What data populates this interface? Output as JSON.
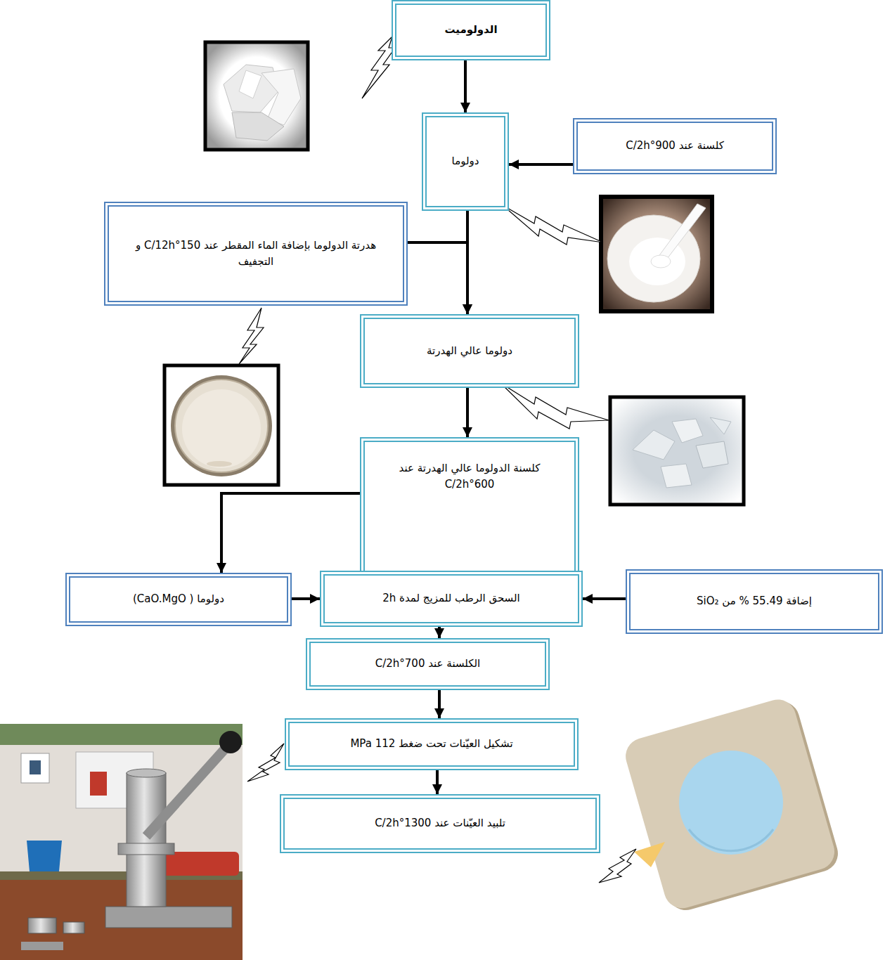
{
  "diagram": {
    "nodes": [
      {
        "text": [
          "الدولوميت"
        ]
      },
      {
        "text": [
          "دولوما"
        ]
      },
      {
        "text": [
          "كلسنة عند 900°C/2h"
        ]
      },
      {
        "text": [
          "هدرتة الدولوما بإضافة الماء المقطر عند 150°C/12h و التجفيف"
        ]
      },
      {
        "text": [
          "دولوما عالي الهدرتة"
        ]
      },
      {
        "text": [
          "كلسنة الدولوما عالي الهدرتة عند 600°C/2h"
        ]
      },
      {
        "text": [
          "دولوما ( CaO.MgO)"
        ]
      },
      {
        "text": [
          "السحق الرطب للمزيج لمدة 2h"
        ]
      },
      {
        "text": [
          "إضافة 55.49 % من SiO₂"
        ]
      },
      {
        "text": [
          "الكلسنة عند 700°C/2h"
        ]
      },
      {
        "text": [
          "تشكيل العيّنات تحت ضغط 112 MPa"
        ]
      },
      {
        "text": [
          "تلبيد العيّنات عند 1300°C/2h"
        ]
      }
    ],
    "edges": [
      {
        "from": 0,
        "to": 1,
        "arrow": "to"
      },
      {
        "from": 2,
        "to": 1,
        "arrow": "to"
      },
      {
        "from": 1,
        "to": 4,
        "arrow": "to"
      },
      {
        "from": 3,
        "to": 4,
        "arrow": "to"
      },
      {
        "from": 4,
        "to": 5,
        "arrow": "to"
      },
      {
        "from": 5,
        "to": 6,
        "arrow": "to"
      },
      {
        "from": 5,
        "to": 7,
        "arrow": "to"
      },
      {
        "from": 6,
        "to": 7,
        "arrow": "to"
      },
      {
        "from": 8,
        "to": 7,
        "arrow": "to"
      },
      {
        "from": 7,
        "to": 9,
        "arrow": "to"
      },
      {
        "from": 9,
        "to": 10,
        "arrow": "to"
      },
      {
        "from": 10,
        "to": 11,
        "arrow": "to"
      }
    ]
  }
}
